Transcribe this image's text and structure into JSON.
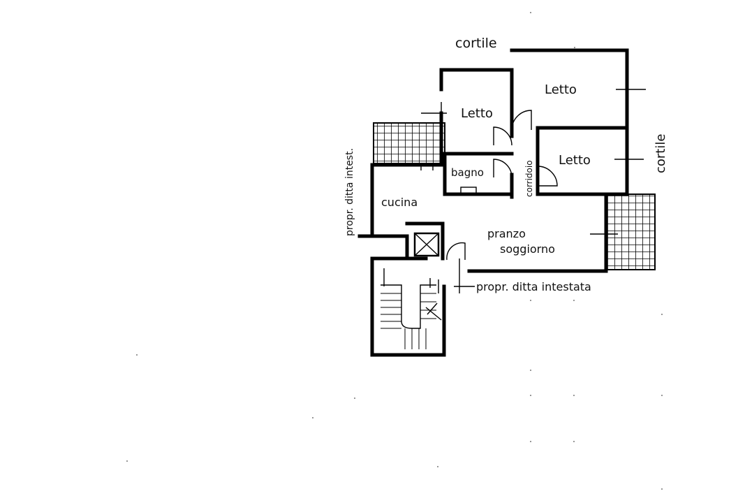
{
  "labels": {
    "cortile_top": "cortile",
    "cortile_right": "cortile",
    "letto_1": "Letto",
    "letto_2": "Letto",
    "letto_3": "Letto",
    "bagno": "bagno",
    "corridoio": "corridoio",
    "cucina": "cucina",
    "pranzo": "pranzo",
    "soggiorno": "soggiorno",
    "propr_left": "propr. ditta intest.",
    "propr_bottom": "propr. ditta intestata"
  }
}
